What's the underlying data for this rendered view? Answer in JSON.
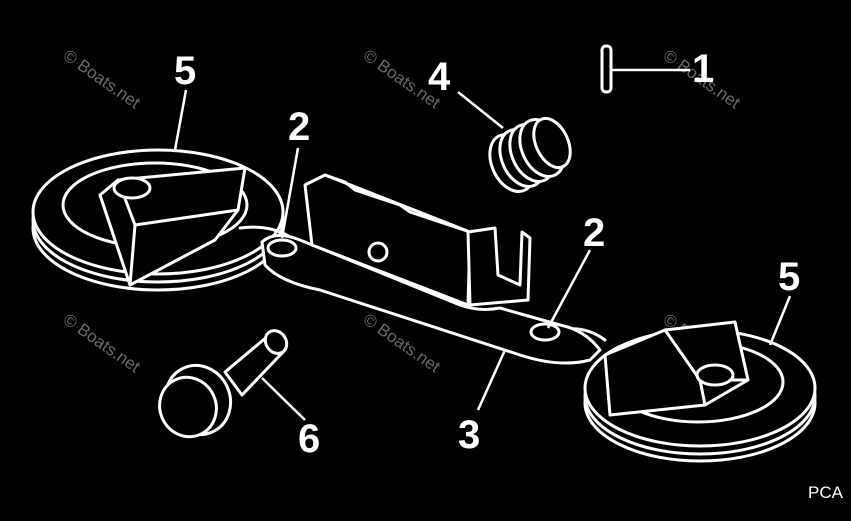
{
  "diagram": {
    "callouts": {
      "c1": "1",
      "c2a": "2",
      "c2b": "2",
      "c3": "3",
      "c4": "4",
      "c5a": "5",
      "c5b": "5",
      "c6": "6"
    },
    "watermark": "© Boats.net",
    "code": "PCA"
  }
}
